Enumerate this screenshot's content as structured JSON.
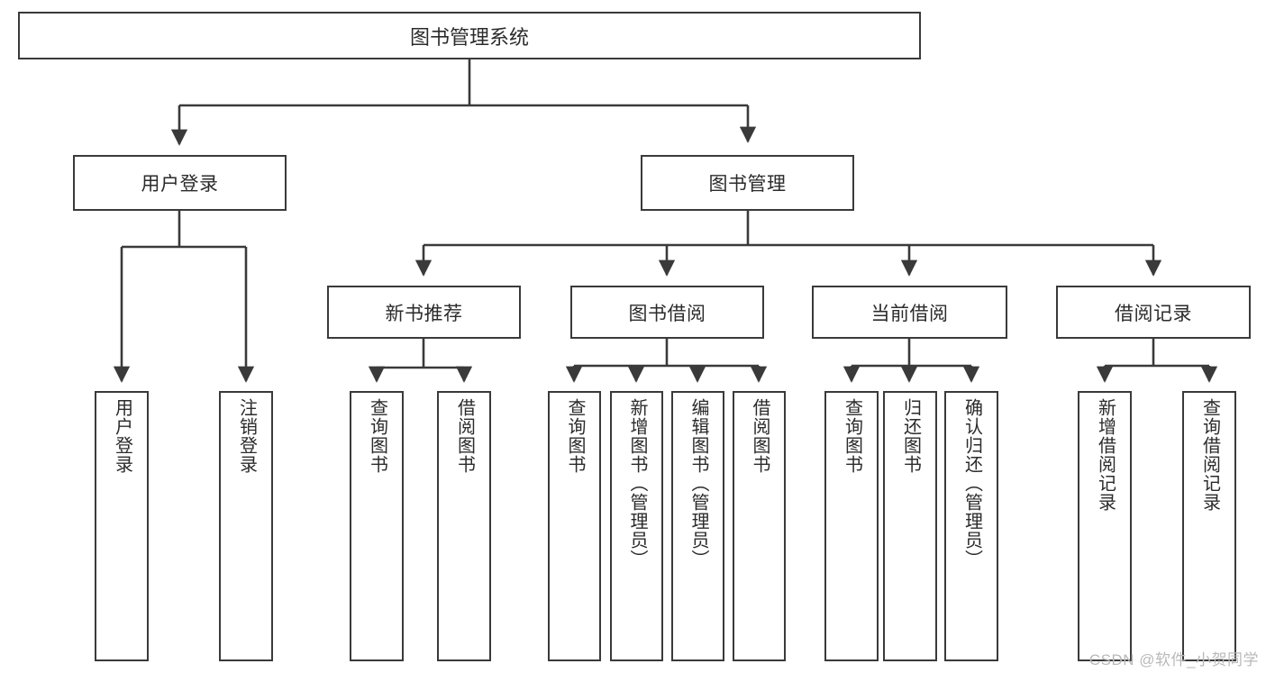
{
  "diagram": {
    "type": "tree",
    "title": "图书管理系统",
    "colors": {
      "box_border": "#3a3a3a",
      "box_fill": "#ffffff",
      "text": "#2b2b2b",
      "edge": "#3a3a3a",
      "watermark": "#b9b9b9"
    },
    "root": {
      "label": "图书管理系统"
    },
    "level1": [
      {
        "label": "用户登录"
      },
      {
        "label": "图书管理"
      }
    ],
    "level2": [
      {
        "label": "新书推荐"
      },
      {
        "label": "图书借阅"
      },
      {
        "label": "当前借阅"
      },
      {
        "label": "借阅记录"
      }
    ],
    "leaves": {
      "user_login": [
        {
          "label": "用户登录"
        },
        {
          "label": "注销登录"
        }
      ],
      "new_book_recommend": [
        {
          "label": "查询图书"
        },
        {
          "label": "借阅图书"
        }
      ],
      "book_borrow": [
        {
          "label": "查询图书"
        },
        {
          "label": "新增图书（管理员）"
        },
        {
          "label": "编辑图书（管理员）"
        },
        {
          "label": "借阅图书"
        }
      ],
      "current_borrow": [
        {
          "label": "查询图书"
        },
        {
          "label": "归还图书"
        },
        {
          "label": "确认归还（管理员）"
        }
      ],
      "borrow_record": [
        {
          "label": "新增借阅记录"
        },
        {
          "label": "查询借阅记录"
        }
      ]
    }
  },
  "watermark": {
    "text": "CSDN @软件_小贺同学"
  }
}
